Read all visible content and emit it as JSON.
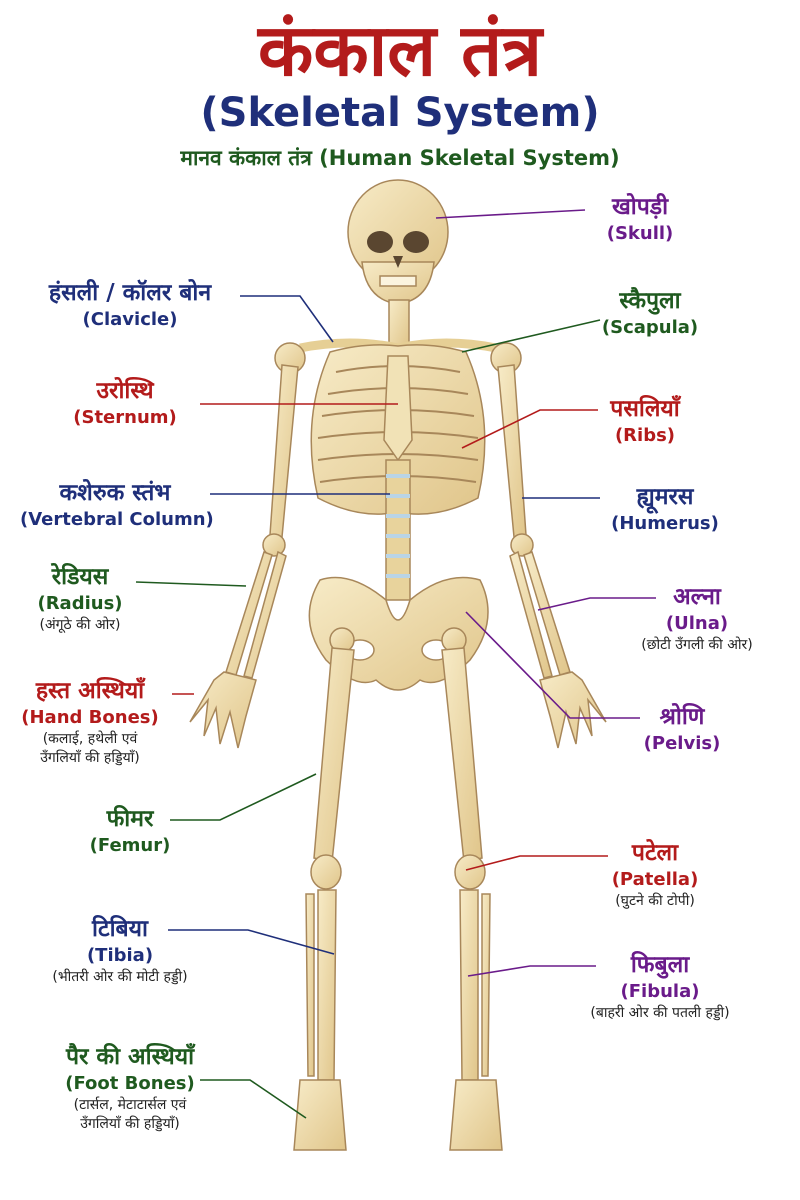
{
  "header": {
    "title": "कंकाल तंत्र",
    "subtitle_en": "(Skeletal System)",
    "subtitle2": "मानव कंकाल तंत्र (Human Skeletal System)"
  },
  "colors": {
    "title_red": "#b31b1b",
    "navy": "#1f2f7a",
    "green": "#1f5a1f",
    "purple": "#6a1b8a",
    "bone": "#ecd9a6",
    "bone_outline": "#a8875a",
    "cartilage": "#b9d4e6"
  },
  "labels": {
    "skull": {
      "hi": "खोपड़ी",
      "en": "(Skull)"
    },
    "clavicle": {
      "hi": "हंसली / कॉलर बोन",
      "en": "(Clavicle)"
    },
    "scapula": {
      "hi": "स्कैपुला",
      "en": "(Scapula)"
    },
    "sternum": {
      "hi": "उरोस्थि",
      "en": "(Sternum)"
    },
    "ribs": {
      "hi": "पसलियाँ",
      "en": "(Ribs)"
    },
    "vertebral": {
      "hi": "कशेरुक स्तंभ",
      "en": "(Vertebral Column)"
    },
    "humerus": {
      "hi": "ह्यूमरस",
      "en": "(Humerus)"
    },
    "radius": {
      "hi": "रेडियस",
      "en": "(Radius)",
      "note": "(अंगूठे की ओर)"
    },
    "ulna": {
      "hi": "अल्ना",
      "en": "(Ulna)",
      "note": "(छोटी उँगली की ओर)"
    },
    "hand": {
      "hi": "हस्त अस्थियाँ",
      "en": "(Hand Bones)",
      "note1": "(कलाई, हथेली एवं",
      "note2": "उँगलियाँ की हड्डियाँ)"
    },
    "pelvis": {
      "hi": "श्रोणि",
      "en": "(Pelvis)"
    },
    "femur": {
      "hi": "फीमर",
      "en": "(Femur)"
    },
    "patella": {
      "hi": "पटेला",
      "en": "(Patella)",
      "note": "(घुटने की टोपी)"
    },
    "tibia": {
      "hi": "टिबिया",
      "en": "(Tibia)",
      "note": "(भीतरी ओर की मोटी हड्डी)"
    },
    "fibula": {
      "hi": "फिबुला",
      "en": "(Fibula)",
      "note": "(बाहरी ओर की पतली हड्डी)"
    },
    "foot": {
      "hi": "पैर की अस्थियाँ",
      "en": "(Foot Bones)",
      "note1": "(टार्सल, मेटाटार्सल एवं",
      "note2": "उँगलियाँ की हड्डियाँ)"
    }
  }
}
